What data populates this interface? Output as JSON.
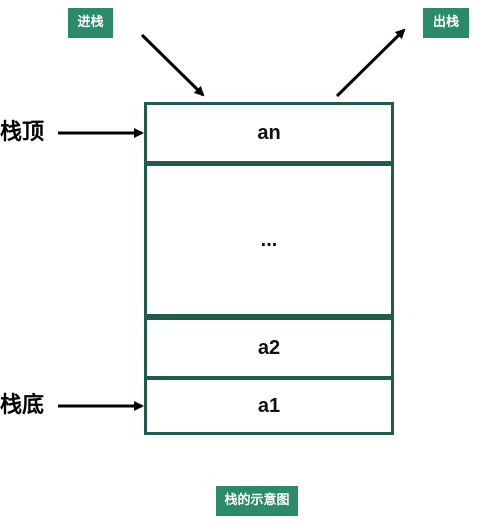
{
  "badges": {
    "push": "进栈",
    "pop": "出栈",
    "caption": "栈的示意图"
  },
  "labels": {
    "top": "栈顶",
    "bottom": "栈底"
  },
  "stack": {
    "cells": [
      "an",
      "...",
      "a2",
      "a1"
    ]
  },
  "colors": {
    "badge_bg": "#2a8a6a",
    "stack_border": "#1f5c4e",
    "arrow": "#000000"
  }
}
